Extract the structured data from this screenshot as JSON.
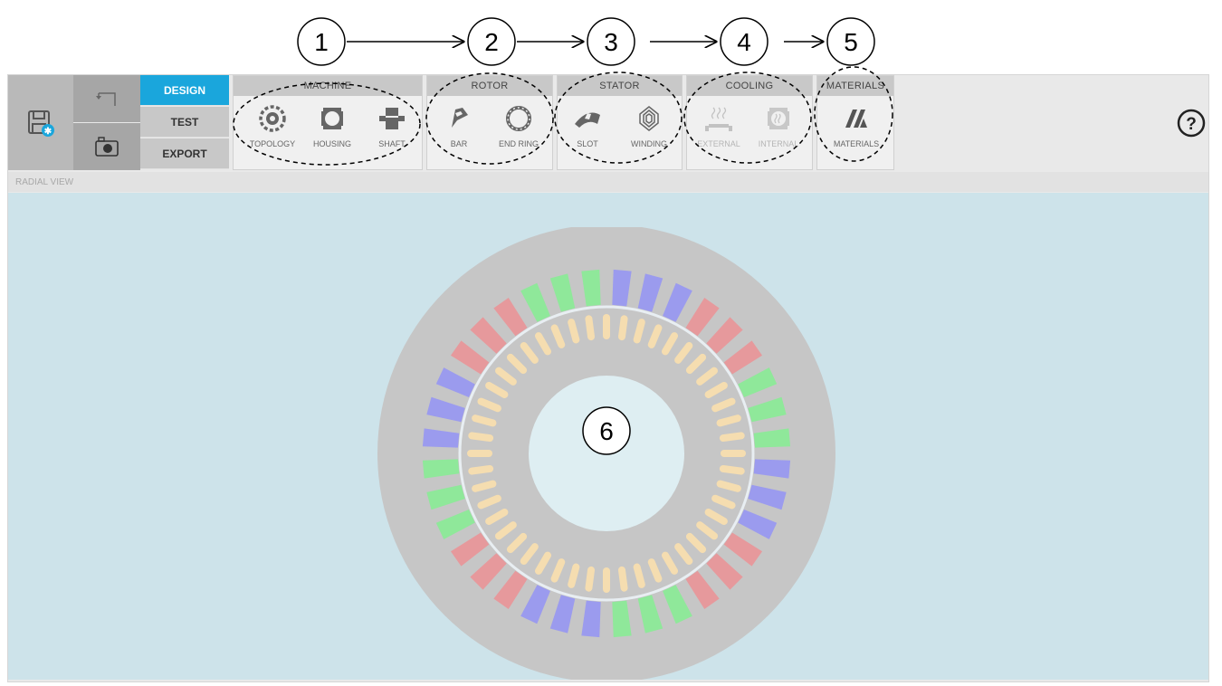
{
  "toolbar": {
    "save_icon": "save-disk-icon",
    "undo_icon": "undo-arrow-icon",
    "snapshot_icon": "camera-icon",
    "modes": [
      {
        "label": "DESIGN",
        "active": true
      },
      {
        "label": "TEST",
        "active": false
      },
      {
        "label": "EXPORT",
        "active": false
      }
    ],
    "help_icon": "question-circle-icon"
  },
  "groups": {
    "machine": {
      "title": "MACHINE",
      "tools": [
        {
          "label": "TOPOLOGY",
          "icon": "gear-ring-icon"
        },
        {
          "label": "HOUSING",
          "icon": "housing-icon"
        },
        {
          "label": "SHAFT",
          "icon": "shaft-icon"
        }
      ]
    },
    "rotor": {
      "title": "ROTOR",
      "tools": [
        {
          "label": "BAR",
          "icon": "rotor-bar-icon"
        },
        {
          "label": "END RING",
          "icon": "end-ring-icon"
        }
      ]
    },
    "stator": {
      "title": "STATOR",
      "tools": [
        {
          "label": "SLOT",
          "icon": "stator-slot-icon"
        },
        {
          "label": "WINDING",
          "icon": "winding-icon"
        }
      ]
    },
    "cooling": {
      "title": "COOLING",
      "tools": [
        {
          "label": "EXTERNAL",
          "icon": "external-cooling-icon",
          "enabled": false
        },
        {
          "label": "INTERNAL",
          "icon": "internal-cooling-icon",
          "enabled": false
        }
      ]
    },
    "materials": {
      "title": "MATERIALS",
      "tools": [
        {
          "label": "MATERIALS",
          "icon": "materials-icon"
        }
      ]
    }
  },
  "view": {
    "title": "RADIAL VIEW"
  },
  "motor": {
    "stator_slots": 36,
    "rotor_bars": 48,
    "phase_pattern": [
      "green",
      "green",
      "green",
      "blue",
      "blue",
      "blue",
      "red",
      "red",
      "red",
      "green",
      "green",
      "green",
      "blue",
      "blue",
      "blue",
      "red",
      "red",
      "red"
    ],
    "colors": {
      "green": "#8fe89a",
      "blue": "#9b9bee",
      "red": "#e6999c",
      "rotor_bar": "#f5ddb0",
      "core": "#c6c6c6",
      "bore": "#deeef2",
      "airgap": "#e8eef2"
    }
  },
  "annotations": {
    "steps": [
      "1",
      "2",
      "3",
      "4",
      "5"
    ],
    "center_label": "6"
  }
}
